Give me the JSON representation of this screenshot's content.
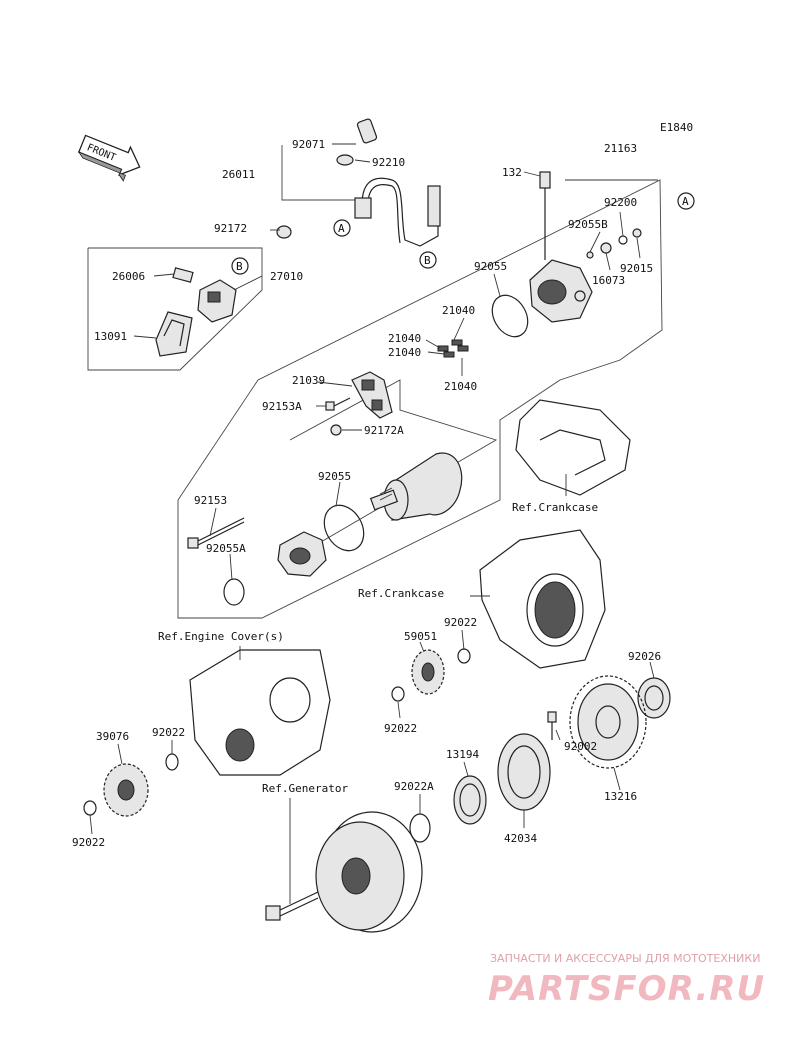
{
  "diagram_code": "E1840",
  "front_label": "FRONT",
  "callouts": {
    "A": "A",
    "B": "B"
  },
  "parts": [
    {
      "id": "p92071",
      "label": "92071"
    },
    {
      "id": "p92210",
      "label": "92210"
    },
    {
      "id": "p26011",
      "label": "26011"
    },
    {
      "id": "p92172",
      "label": "92172"
    },
    {
      "id": "p26006",
      "label": "26006"
    },
    {
      "id": "p27010",
      "label": "27010"
    },
    {
      "id": "p13091",
      "label": "13091"
    },
    {
      "id": "p132",
      "label": "132"
    },
    {
      "id": "p21163",
      "label": "21163"
    },
    {
      "id": "p92055B",
      "label": "92055B"
    },
    {
      "id": "p92200",
      "label": "92200"
    },
    {
      "id": "p16073",
      "label": "16073"
    },
    {
      "id": "p92015",
      "label": "92015"
    },
    {
      "id": "p92055a",
      "label": "92055"
    },
    {
      "id": "p21040a",
      "label": "21040"
    },
    {
      "id": "p21040b",
      "label": "21040"
    },
    {
      "id": "p21040c",
      "label": "21040"
    },
    {
      "id": "p21040d",
      "label": "21040"
    },
    {
      "id": "p21039",
      "label": "21039"
    },
    {
      "id": "p92153A",
      "label": "92153A"
    },
    {
      "id": "p92172A",
      "label": "92172A"
    },
    {
      "id": "p92055b",
      "label": "92055"
    },
    {
      "id": "p92153",
      "label": "92153"
    },
    {
      "id": "p92055A",
      "label": "92055A"
    },
    {
      "id": "p92022a",
      "label": "92022"
    },
    {
      "id": "p59051",
      "label": "59051"
    },
    {
      "id": "p92022b",
      "label": "92022"
    },
    {
      "id": "p92026",
      "label": "92026"
    },
    {
      "id": "p39076",
      "label": "39076"
    },
    {
      "id": "p92022c",
      "label": "92022"
    },
    {
      "id": "p92022d",
      "label": "92022"
    },
    {
      "id": "p13194",
      "label": "13194"
    },
    {
      "id": "p92002",
      "label": "92002"
    },
    {
      "id": "p92022A",
      "label": "92022A"
    },
    {
      "id": "p42034",
      "label": "42034"
    },
    {
      "id": "p13216",
      "label": "13216"
    }
  ],
  "references": {
    "crankcase_1": "Ref.Crankcase",
    "crankcase_2": "Ref.Crankcase",
    "engine_cover": "Ref.Engine Cover(s)",
    "generator": "Ref.Generator"
  },
  "watermark": {
    "tagline": "ЗАПЧАСТИ И АКСЕССУАРЫ ДЛЯ МОТОТЕХНИКИ",
    "brand": "PARTSFOR.RU"
  }
}
